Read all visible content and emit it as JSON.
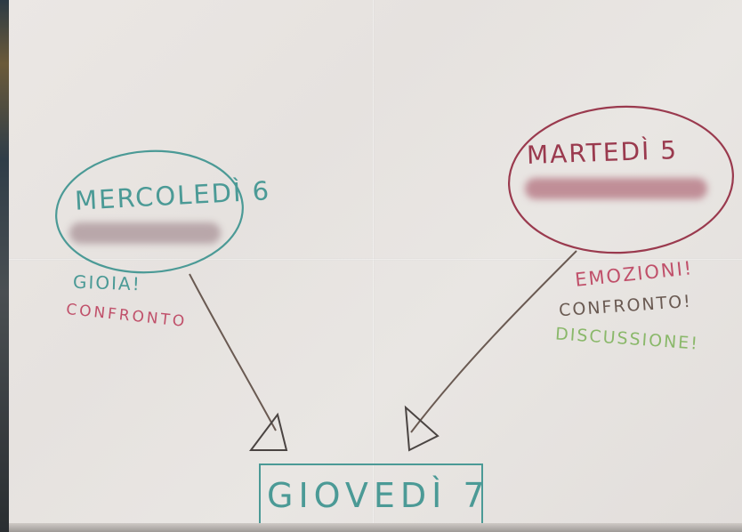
{
  "nodes": {
    "mercoledi": {
      "label": "MERCOLEDÌ 6"
    },
    "martedi": {
      "label": "MARTEDÌ 5"
    },
    "giovedi": {
      "label": "GIOVEDÌ 7"
    }
  },
  "notes": {
    "mercoledi": [
      "GIOIA!",
      "CONFRONTO"
    ],
    "martedi": [
      "EMOZIONI!",
      "CONFRONTO!",
      "DISCUSSIONE!"
    ]
  },
  "colors": {
    "teal": "#4b9a96",
    "maroon": "#9a3a4e",
    "pink": "#c0506a",
    "brown": "#6a5a52",
    "green": "#8ab86a",
    "dark": "#4a4442",
    "paper": "#e8e4e1",
    "blur": "#b9a7aa"
  }
}
